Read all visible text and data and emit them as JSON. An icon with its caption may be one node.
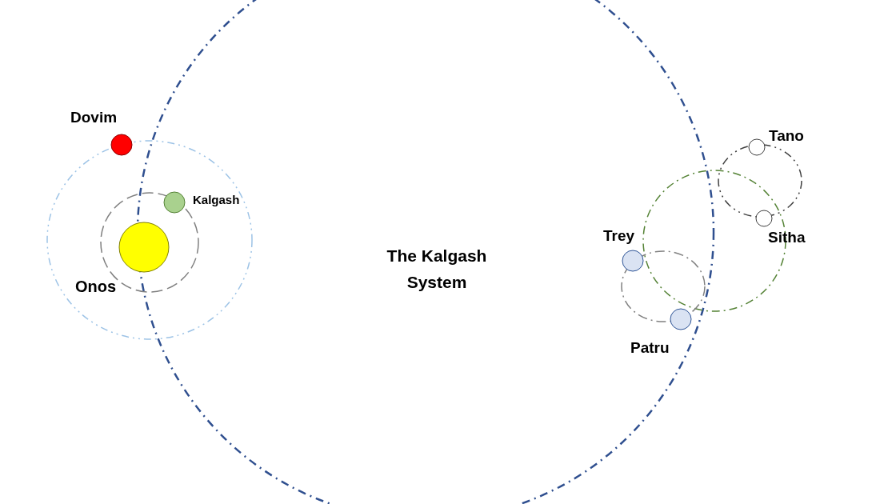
{
  "diagram": {
    "title": "The Kalgash System",
    "nodes": [
      {
        "text": [
          "Dovim"
        ]
      },
      {
        "text": [
          "Kalgash"
        ]
      },
      {
        "text": [
          "Onos"
        ]
      },
      {
        "text": [
          "Tano"
        ]
      },
      {
        "text": [
          "Trey"
        ]
      },
      {
        "text": [
          "Sitha"
        ]
      },
      {
        "text": [
          "Patru"
        ]
      }
    ]
  }
}
